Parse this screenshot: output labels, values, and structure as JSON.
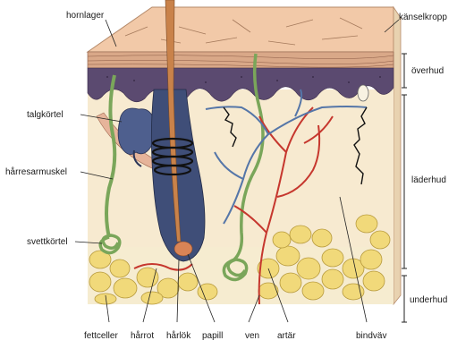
{
  "labels": {
    "hornlager": "hornlager",
    "talgkortel": "talgkörtel",
    "harresarmuskel": "hårresarmuskel",
    "svettkortel": "svettkörtel",
    "kanselkropp": "känselkropp",
    "overhud": "överhud",
    "laderhud": "läderhud",
    "underhud": "underhud",
    "fettceller": "fettceller",
    "harrot": "hårrot",
    "harlok": "hårlök",
    "papill": "papill",
    "ven": "ven",
    "artar": "artär",
    "bindvav": "bindväv"
  },
  "colors": {
    "epidermis_top": "#f2c9a8",
    "epidermis_layer": "#5b4a70",
    "dermis": "#f7ead0",
    "fat": "#f1d97a",
    "fat_outline": "#b79a3c",
    "hair_follicle": "#3f4e78",
    "artery": "#c6372e",
    "vein": "#5576a8",
    "nerve": "#111111",
    "gland": "#7aa65a"
  }
}
